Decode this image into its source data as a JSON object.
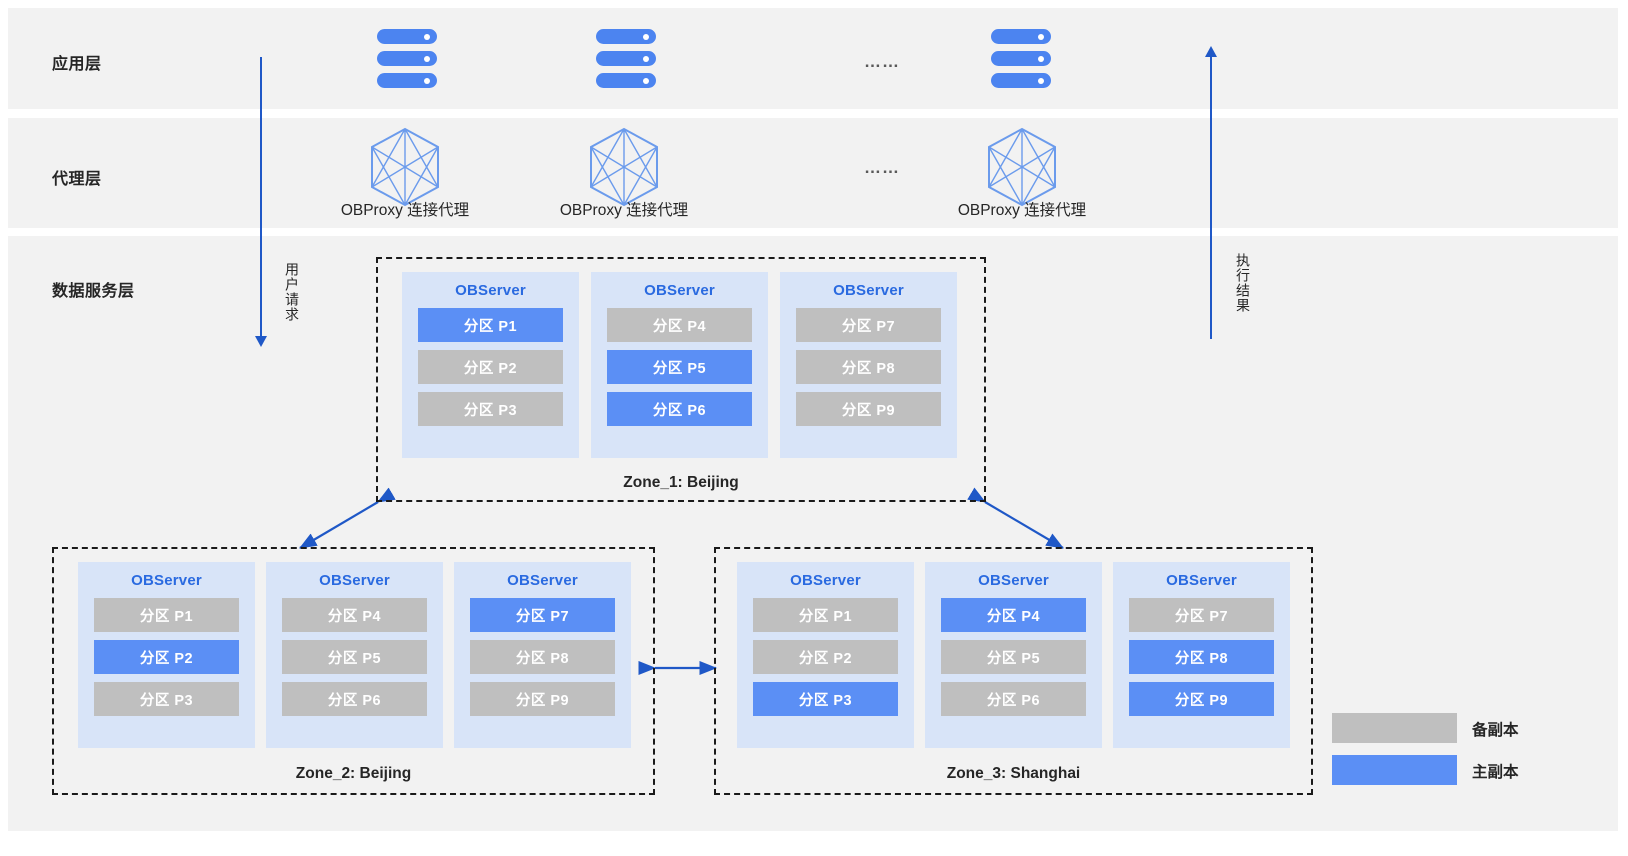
{
  "layers": [
    {
      "id": "app",
      "label": "应用层"
    },
    {
      "id": "proxy",
      "label": "代理层"
    },
    {
      "id": "data",
      "label": "数据服务层"
    }
  ],
  "app_layer": {
    "nodes": [
      {
        "icon": "server-icon"
      },
      {
        "icon": "server-icon"
      },
      {
        "icon": "server-icon"
      }
    ],
    "ellipsis": "……"
  },
  "proxy_layer": {
    "nodes": [
      {
        "icon": "proxy-mesh-icon",
        "label": "OBProxy 连接代理"
      },
      {
        "icon": "proxy-mesh-icon",
        "label": "OBProxy 连接代理"
      },
      {
        "icon": "proxy-mesh-icon",
        "label": "OBProxy 连接代理"
      }
    ],
    "ellipsis": "……"
  },
  "flows": {
    "request": {
      "label": "用户请求",
      "direction": "down",
      "color": "#1f58c7"
    },
    "response": {
      "label": "执行结果",
      "direction": "up",
      "color": "#1f58c7"
    }
  },
  "zones": [
    {
      "id": "zone1",
      "label": "Zone_1: Beijing",
      "servers": [
        {
          "title": "OBServer",
          "partitions": [
            {
              "label": "分区 P1",
              "role": "primary"
            },
            {
              "label": "分区 P2",
              "role": "backup"
            },
            {
              "label": "分区 P3",
              "role": "backup"
            }
          ]
        },
        {
          "title": "OBServer",
          "partitions": [
            {
              "label": "分区 P4",
              "role": "backup"
            },
            {
              "label": "分区 P5",
              "role": "primary"
            },
            {
              "label": "分区 P6",
              "role": "primary"
            }
          ]
        },
        {
          "title": "OBServer",
          "partitions": [
            {
              "label": "分区 P7",
              "role": "backup"
            },
            {
              "label": "分区 P8",
              "role": "backup"
            },
            {
              "label": "分区 P9",
              "role": "backup"
            }
          ]
        }
      ]
    },
    {
      "id": "zone2",
      "label": "Zone_2: Beijing",
      "servers": [
        {
          "title": "OBServer",
          "partitions": [
            {
              "label": "分区 P1",
              "role": "backup"
            },
            {
              "label": "分区 P2",
              "role": "primary"
            },
            {
              "label": "分区 P3",
              "role": "backup"
            }
          ]
        },
        {
          "title": "OBServer",
          "partitions": [
            {
              "label": "分区 P4",
              "role": "backup"
            },
            {
              "label": "分区 P5",
              "role": "backup"
            },
            {
              "label": "分区 P6",
              "role": "backup"
            }
          ]
        },
        {
          "title": "OBServer",
          "partitions": [
            {
              "label": "分区 P7",
              "role": "primary"
            },
            {
              "label": "分区 P8",
              "role": "backup"
            },
            {
              "label": "分区 P9",
              "role": "backup"
            }
          ]
        }
      ]
    },
    {
      "id": "zone3",
      "label": "Zone_3: Shanghai",
      "servers": [
        {
          "title": "OBServer",
          "partitions": [
            {
              "label": "分区 P1",
              "role": "backup"
            },
            {
              "label": "分区 P2",
              "role": "backup"
            },
            {
              "label": "分区 P3",
              "role": "primary"
            }
          ]
        },
        {
          "title": "OBServer",
          "partitions": [
            {
              "label": "分区 P4",
              "role": "primary"
            },
            {
              "label": "分区 P5",
              "role": "backup"
            },
            {
              "label": "分区 P6",
              "role": "backup"
            }
          ]
        },
        {
          "title": "OBServer",
          "partitions": [
            {
              "label": "分区 P7",
              "role": "backup"
            },
            {
              "label": "分区 P8",
              "role": "primary"
            },
            {
              "label": "分区 P9",
              "role": "primary"
            }
          ]
        }
      ]
    }
  ],
  "legend": [
    {
      "label": "备副本",
      "role": "backup",
      "color": "#bfbfbf"
    },
    {
      "label": "主副本",
      "role": "primary",
      "color": "#5b8ff5"
    }
  ],
  "colors": {
    "band": "#f2f2f2",
    "primary": "#5b8ff5",
    "backup": "#bfbfbf",
    "server_card": "#d8e4f8",
    "arrow": "#1f58c7",
    "title": "#2a6ae0"
  }
}
